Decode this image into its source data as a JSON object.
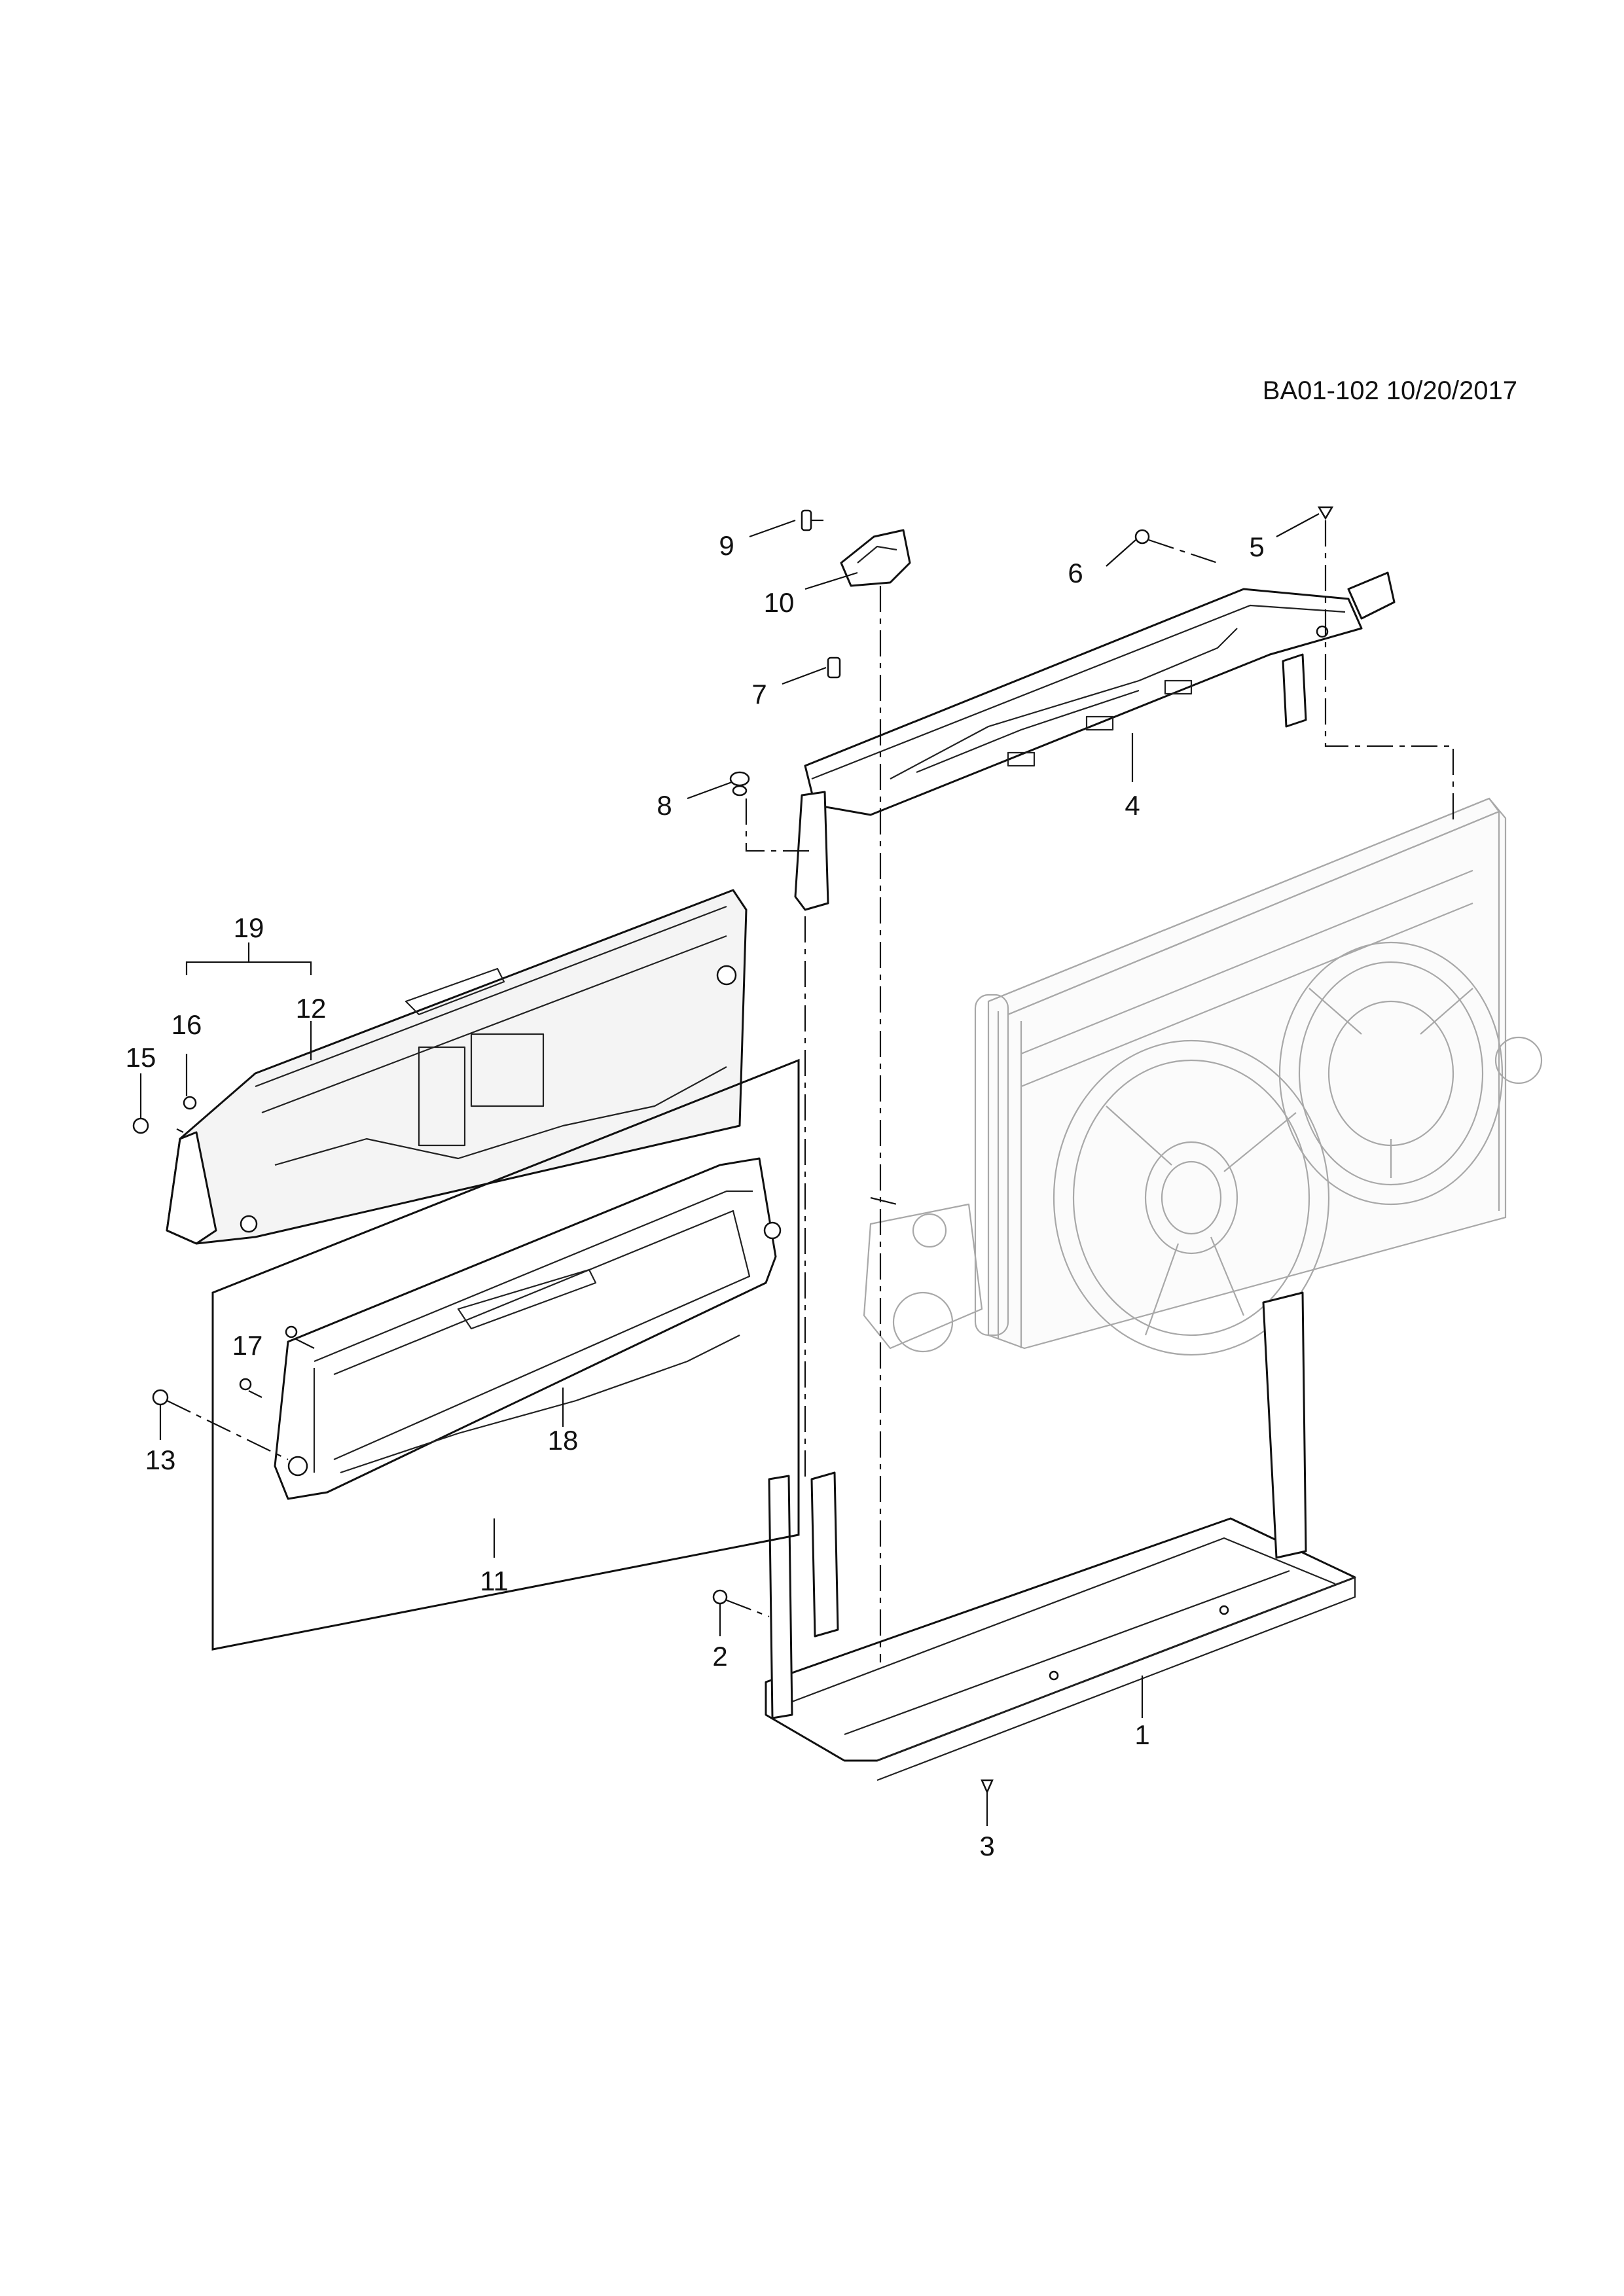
{
  "document_id": "BA01-102 10/20/2017",
  "callouts": {
    "c1": "1",
    "c2": "2",
    "c3": "3",
    "c4": "4",
    "c5": "5",
    "c6": "6",
    "c7": "7",
    "c8": "8",
    "c9": "9",
    "c10": "10",
    "c11": "11",
    "c12": "12",
    "c13": "13",
    "c15": "15",
    "c16": "16",
    "c17": "17",
    "c18": "18",
    "c19": "19"
  }
}
